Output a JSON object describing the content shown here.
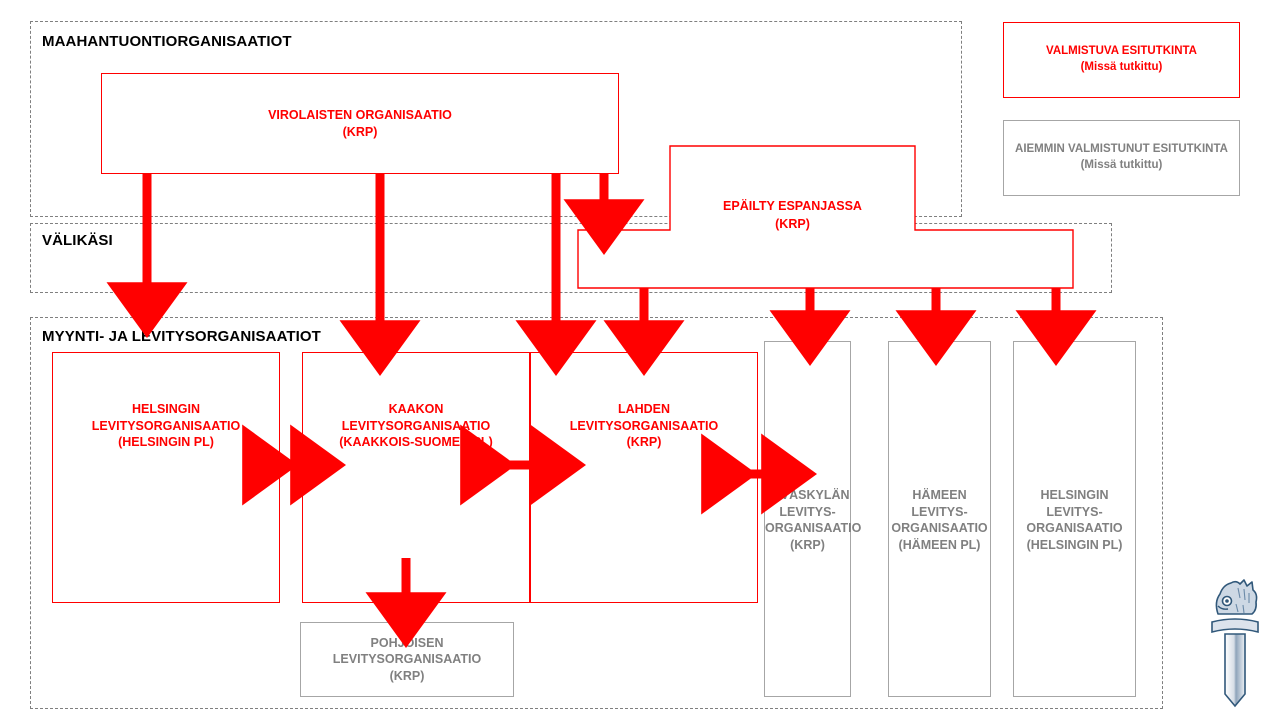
{
  "sections": [
    {
      "key": "import",
      "title": "MAAHANTUONTIORGANISAATIOT"
    },
    {
      "key": "middleman",
      "title": "VÄLIKÄSI"
    },
    {
      "key": "distribution",
      "title": "MYYNTI- JA LEVITYSORGANISAATIOT"
    }
  ],
  "legend": [
    {
      "key": "current",
      "line1": "VALMISTUVA  ESITUTKINTA",
      "line2": "(Missä  tutkittu)",
      "style": "red",
      "color": "#ff0000"
    },
    {
      "key": "previous",
      "line1": "AIEMMIN  VALMISTUNUT  ESITUTKINTA",
      "line2": "(Missä  tutkittu)",
      "style": "gray",
      "color": "#808080"
    }
  ],
  "boxes": {
    "virolaisten": {
      "line1": "VIROLAISTEN ORGANISAATIO",
      "line2": "(KRP)",
      "style": "red"
    },
    "epailty": {
      "line1": "EPÄILTY ESPANJASSA",
      "line2": "(KRP)",
      "style": "red"
    },
    "helsingin_lev": {
      "line1": "HELSINGIN",
      "line2": "LEVITYSORGANISAATIO",
      "line3": "(HELSINGIN PL)",
      "style": "red"
    },
    "kaakon_lev": {
      "line1": "KAAKON",
      "line2": "LEVITYSORGANISAATIO",
      "line3": "(KAAKKOIS-SUOMEN PL)",
      "style": "red"
    },
    "lahden_lev": {
      "line1": "LAHDEN",
      "line2": "LEVITYSORGANISAATIO",
      "line3": "(KRP)",
      "style": "red"
    },
    "pohjoisen_lev": {
      "line1": "POHJOISEN  LEVITYSORGANISAATIO",
      "line2": "(KRP)",
      "style": "gray"
    },
    "jyvaskylan_lev": {
      "line1": "JYVÄSKYLÄN",
      "line2": "LEVITYS-",
      "line3": "ORGANISAATIO",
      "line4": "(KRP)",
      "style": "gray"
    },
    "hameen_lev": {
      "line1": "HÄMEEN",
      "line2": "LEVITYS-",
      "line3": "ORGANISAATIO",
      "line4": "(HÄMEEN PL)",
      "style": "gray"
    },
    "helsingin_lev2": {
      "line1": "HELSINGIN",
      "line2": "LEVITYS-",
      "line3": "ORGANISAATIO",
      "line4": "(HELSINGIN PL)",
      "style": "gray"
    }
  },
  "colors": {
    "accent_red": "#ff0000",
    "muted_gray": "#808080",
    "border_gray": "#a6a6a6",
    "dashed_gray": "#7f7f7f",
    "logo_blue": "#31587a",
    "background": "#ffffff"
  },
  "logo": {
    "name": "krp-sword-lion-emblem"
  }
}
